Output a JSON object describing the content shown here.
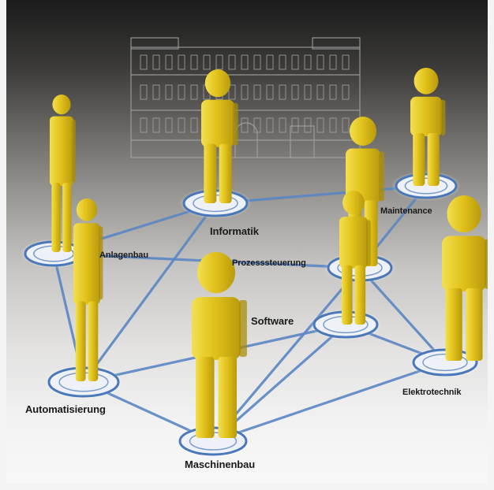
{
  "nodes": [
    {
      "id": "informatik",
      "label": "Informatik"
    },
    {
      "id": "maintenance",
      "label": "Maintenance"
    },
    {
      "id": "anlagenbau",
      "label": "Anlagenbau"
    },
    {
      "id": "prozesssteuerung",
      "label": "Prozesssteuerung"
    },
    {
      "id": "software",
      "label": "Software"
    },
    {
      "id": "automatisierung",
      "label": "Automatisierung"
    },
    {
      "id": "elektrotechnik",
      "label": "Elektrotechnik"
    },
    {
      "id": "maschinenbau",
      "label": "Maschinenbau"
    }
  ],
  "colors": {
    "figure": "#e0c21a",
    "figure_shade": "#a88d0a",
    "figure_highlight": "#f5e25a",
    "network_line": "#5b86c4",
    "platform_ring": "#4a78b8",
    "building": "#9a9a9a"
  },
  "icons": [
    "person-figure-icon",
    "building-icon",
    "platform-ring-icon"
  ]
}
